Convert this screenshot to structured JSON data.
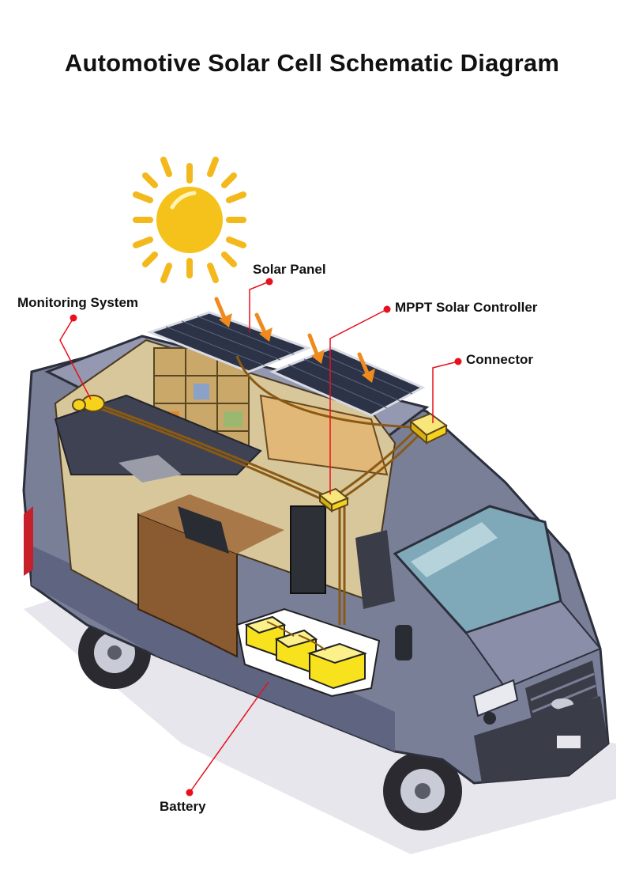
{
  "title": "Automotive Solar Cell Schematic Diagram",
  "labels": {
    "solar_panel": "Solar Panel",
    "monitoring_system": "Monitoring System",
    "mppt_controller": "MPPT Solar Controller",
    "connector": "Connector",
    "battery": "Battery"
  },
  "colors": {
    "callout_line": "#e8101c",
    "callout_dot": "#e8101c",
    "sun": "#f5c21b",
    "sun_rays": "#f3b81b",
    "sunlight_arrows": "#f08a1c",
    "panel": "#2c3346",
    "van_body": "#7a7f98",
    "wiring": "#8a5a14",
    "battery": "#f7e21d",
    "components": "#f6d21a"
  }
}
